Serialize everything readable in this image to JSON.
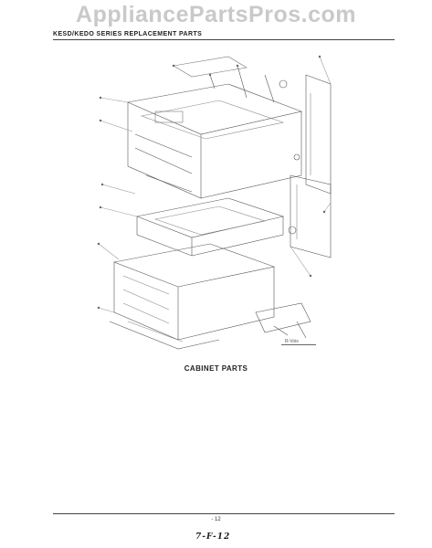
{
  "watermark": "AppliancePartsPros.com",
  "header": {
    "series_title": "KESD/KEDO SERIES REPLACEMENT PARTS"
  },
  "diagram": {
    "reference_tag": "R-Vois"
  },
  "caption": "CABINET PARTS",
  "footer": {
    "page_number": "- 12",
    "handwritten_code": "7-F-12"
  }
}
